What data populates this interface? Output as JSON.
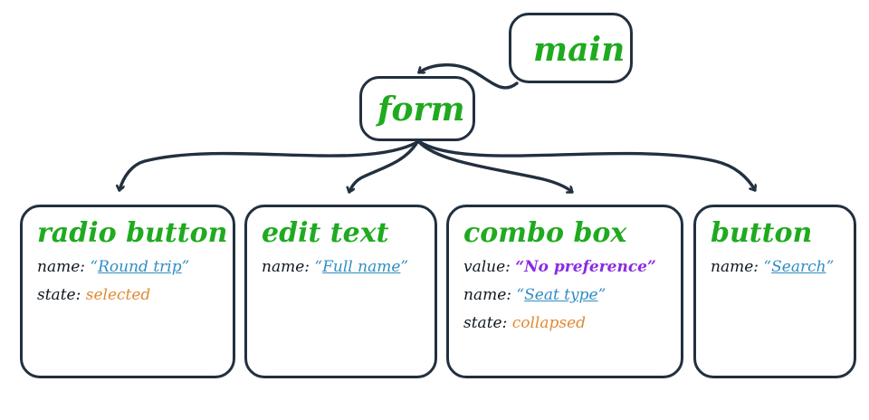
{
  "diagram": {
    "type": "accessibility-tree",
    "title_font_color": "#1faa1f",
    "border_color": "#22303f",
    "background": "#ffffff",
    "colors": {
      "node_title_green": "#1faa1f",
      "name_blue": "#2f8ec4",
      "state_orange": "#e08a34",
      "value_purple": "#8a2be2",
      "key_black": "#111820",
      "edge_navy": "#22303f"
    }
  },
  "nodes": {
    "main": {
      "title": "main"
    },
    "form": {
      "title": "form"
    },
    "radio_button": {
      "title": "radio button",
      "properties": [
        {
          "key": "name:",
          "value": "Round trip",
          "style": "name",
          "quoted": true
        },
        {
          "key": "state:",
          "value": "selected",
          "style": "state",
          "quoted": false
        }
      ]
    },
    "edit_text": {
      "title": "edit text",
      "properties": [
        {
          "key": "name:",
          "value": "Full name",
          "style": "name",
          "quoted": true
        }
      ]
    },
    "combo_box": {
      "title": "combo box",
      "properties": [
        {
          "key": "value:",
          "value": "No preference",
          "style": "value",
          "quoted": true
        },
        {
          "key": "name:",
          "value": "Seat type",
          "style": "name",
          "quoted": true
        },
        {
          "key": "state:",
          "value": "collapsed",
          "style": "state",
          "quoted": false
        }
      ]
    },
    "button": {
      "title": "button",
      "properties": [
        {
          "key": "name:",
          "value": "Search",
          "style": "name",
          "quoted": true
        }
      ]
    }
  },
  "quotes": {
    "open": "“",
    "close": "”"
  },
  "edges": [
    {
      "from": "main",
      "to": "form"
    },
    {
      "from": "form",
      "to": "radio_button"
    },
    {
      "from": "form",
      "to": "edit_text"
    },
    {
      "from": "form",
      "to": "combo_box"
    },
    {
      "from": "form",
      "to": "button"
    }
  ]
}
